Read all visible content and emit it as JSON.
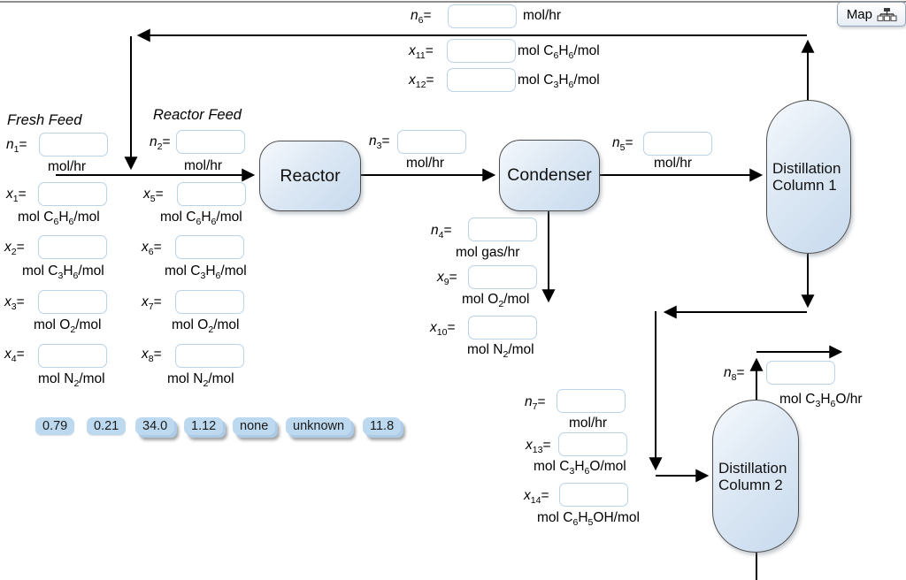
{
  "header": {
    "map_button": {
      "label": "Map",
      "icon": "sitemap-icon"
    }
  },
  "diagram": {
    "section_labels": {
      "fresh_feed": "Fresh Feed",
      "reactor_feed": "Reactor Feed"
    },
    "process_units": {
      "reactor": "Reactor",
      "condenser": "Condenser",
      "column1": "Distillation Column 1",
      "column2": "Distillation Column 2"
    },
    "fields": {
      "n1": {
        "label": "*n*~1~=",
        "value": "",
        "unit": "mol/hr"
      },
      "n2": {
        "label": "*n*~2~=",
        "value": "",
        "unit": "mol/hr"
      },
      "n3": {
        "label": "*n*~3~=",
        "value": "",
        "unit": "mol/hr"
      },
      "n4": {
        "label": "*n*~4~=",
        "value": "",
        "unit": "mol gas/hr"
      },
      "n5": {
        "label": "*n*~5~=",
        "value": "",
        "unit": "mol/hr"
      },
      "n6": {
        "label": "*n*~6~=",
        "value": "",
        "unit": "mol/hr"
      },
      "n7": {
        "label": "*n*~7~=",
        "value": "",
        "unit": "mol/hr"
      },
      "n8": {
        "label": "*n*~8~=",
        "value": "",
        "unit": "mol C~3~H~6~O/hr"
      },
      "x1": {
        "label": "*x*~1~=",
        "value": "",
        "unit": "mol C~6~H~6~/mol"
      },
      "x2": {
        "label": "*x*~2~=",
        "value": "",
        "unit": "mol C~3~H~6~/mol"
      },
      "x3": {
        "label": "*x*~3~=",
        "value": "",
        "unit": "mol O~2~/mol"
      },
      "x4": {
        "label": "*x*~4~=",
        "value": "",
        "unit": "mol N~2~/mol"
      },
      "x5": {
        "label": "*x*~5~=",
        "value": "",
        "unit": "mol C~6~H~6~/mol"
      },
      "x6": {
        "label": "*x*~6~=",
        "value": "",
        "unit": "mol C~3~H~6~/mol"
      },
      "x7": {
        "label": "*x*~7~=",
        "value": "",
        "unit": "mol O~2~/mol"
      },
      "x8": {
        "label": "*x*~8~=",
        "value": "",
        "unit": "mol N~2~/mol"
      },
      "x9": {
        "label": "*x*~9~=",
        "value": "",
        "unit": "mol O~2~/mol"
      },
      "x10": {
        "label": "*x*~10~=",
        "value": "",
        "unit": "mol N~2~/mol"
      },
      "x11": {
        "label": "*x*~11~=",
        "value": "",
        "unit": "mol C~6~H~6~/mol"
      },
      "x12": {
        "label": "*x*~12~=",
        "value": "",
        "unit": "mol C~3~H~6~/mol"
      },
      "x13": {
        "label": "*x*~13~=",
        "value": "",
        "unit": "mol C~3~H~6~O/mol"
      },
      "x14": {
        "label": "*x*~14~=",
        "value": "",
        "unit": "mol C~6~H~5~OH/mol"
      }
    },
    "chips": [
      {
        "label": "0.79",
        "stacked": false
      },
      {
        "label": "0.21",
        "stacked": false
      },
      {
        "label": "34.0",
        "stacked": true
      },
      {
        "label": "1.12",
        "stacked": true
      },
      {
        "label": "none",
        "stacked": true
      },
      {
        "label": "unknown",
        "stacked": true
      },
      {
        "label": "11.8",
        "stacked": true
      }
    ]
  },
  "colors": {
    "chip_bg": "#bdd9f0",
    "chip_stack_shadow": "#aecbe6",
    "input_border": "#b9d3ea",
    "shape_border": "#4f4f4f",
    "shape_gradient_start": "#f5f9fd",
    "shape_gradient_end": "#c7daee",
    "arrow": "#000000",
    "top_border": "#8d8d8d"
  }
}
